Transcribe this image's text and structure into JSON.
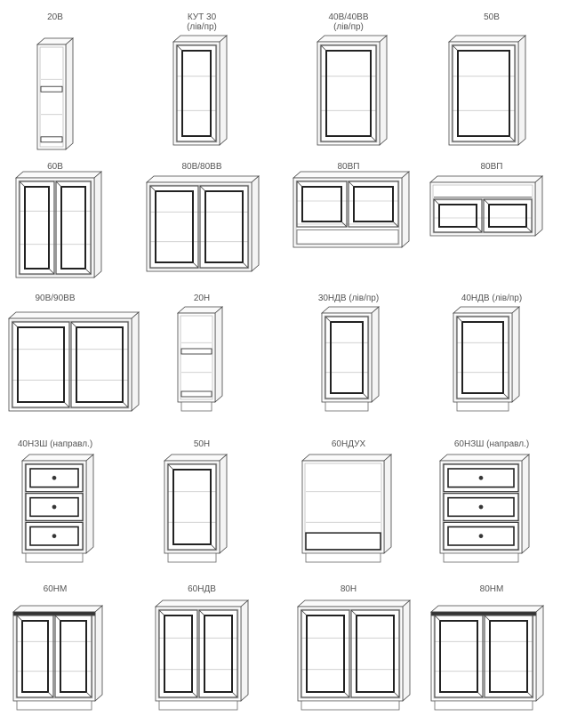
{
  "items": [
    {
      "label": "20В",
      "sub": ""
    },
    {
      "label": "КУТ 30",
      "sub": "(лів/пр)"
    },
    {
      "label": "40В/40ВВ",
      "sub": "(лів/пр)"
    },
    {
      "label": "50В",
      "sub": ""
    },
    {
      "label": "60В",
      "sub": ""
    },
    {
      "label": "80В/80ВВ",
      "sub": ""
    },
    {
      "label": "80ВП",
      "sub": ""
    },
    {
      "label": "80ВП",
      "sub": ""
    },
    {
      "label": "90В/90ВВ",
      "sub": ""
    },
    {
      "label": "20Н",
      "sub": ""
    },
    {
      "label": "30НДВ  (лів/пр)",
      "sub": ""
    },
    {
      "label": "40НДВ  (лів/пр)",
      "sub": ""
    },
    {
      "label": "40НЗШ (направл.)",
      "sub": ""
    },
    {
      "label": "50Н",
      "sub": ""
    },
    {
      "label": "60НДУХ",
      "sub": ""
    },
    {
      "label": "60НЗШ (направл.)",
      "sub": ""
    },
    {
      "label": "60НМ",
      "sub": ""
    },
    {
      "label": "60НДВ",
      "sub": ""
    },
    {
      "label": "80Н",
      "sub": ""
    },
    {
      "label": "80НМ",
      "sub": ""
    }
  ]
}
